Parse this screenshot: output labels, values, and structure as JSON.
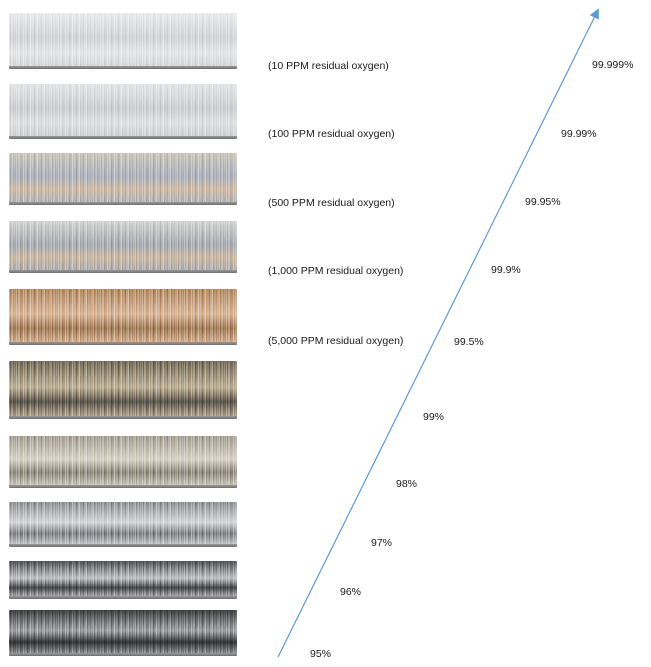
{
  "samples": [
    {
      "label": "(10 PPM residual oxygen)",
      "purity": "99.999%",
      "colors": [
        "#e9eaec",
        "#cfd1d4",
        "#e4e5e7"
      ]
    },
    {
      "label": "(100 PPM residual oxygen)",
      "purity": "99.99%",
      "colors": [
        "#e2e3e5",
        "#c9cbce",
        "#dddee0"
      ]
    },
    {
      "label": "(500 PPM residual oxygen)",
      "purity": "99.95%",
      "colors": [
        "#c9c2b6",
        "#a8aebb",
        "#cdb7a0"
      ]
    },
    {
      "label": "(1,000 PPM residual oxygen)",
      "purity": "99.9%",
      "colors": [
        "#d3d1cd",
        "#a3a7b0",
        "#c8b59e"
      ]
    },
    {
      "label": "(5,000 PPM residual oxygen)",
      "purity": "99.5%",
      "colors": [
        "#b08462",
        "#d7b393",
        "#9d7657"
      ]
    },
    {
      "label": "",
      "purity": "99%",
      "colors": [
        "#6e6558",
        "#b9ab90",
        "#555048"
      ]
    },
    {
      "label": "",
      "purity": "98%",
      "colors": [
        "#a29c8e",
        "#d6d0c3",
        "#8a8477"
      ]
    },
    {
      "label": "",
      "purity": "97%",
      "colors": [
        "#8b8c90",
        "#d3d4d8",
        "#7a7b80"
      ]
    },
    {
      "label": "",
      "purity": "96%",
      "colors": [
        "#4b4c4f",
        "#bdbec2",
        "#3e3f42"
      ]
    },
    {
      "label": "",
      "purity": "95%",
      "colors": [
        "#3a3b3e",
        "#9a9b9f",
        "#2e2f32"
      ]
    }
  ],
  "arrow": {
    "color": "#5b9bd5"
  }
}
